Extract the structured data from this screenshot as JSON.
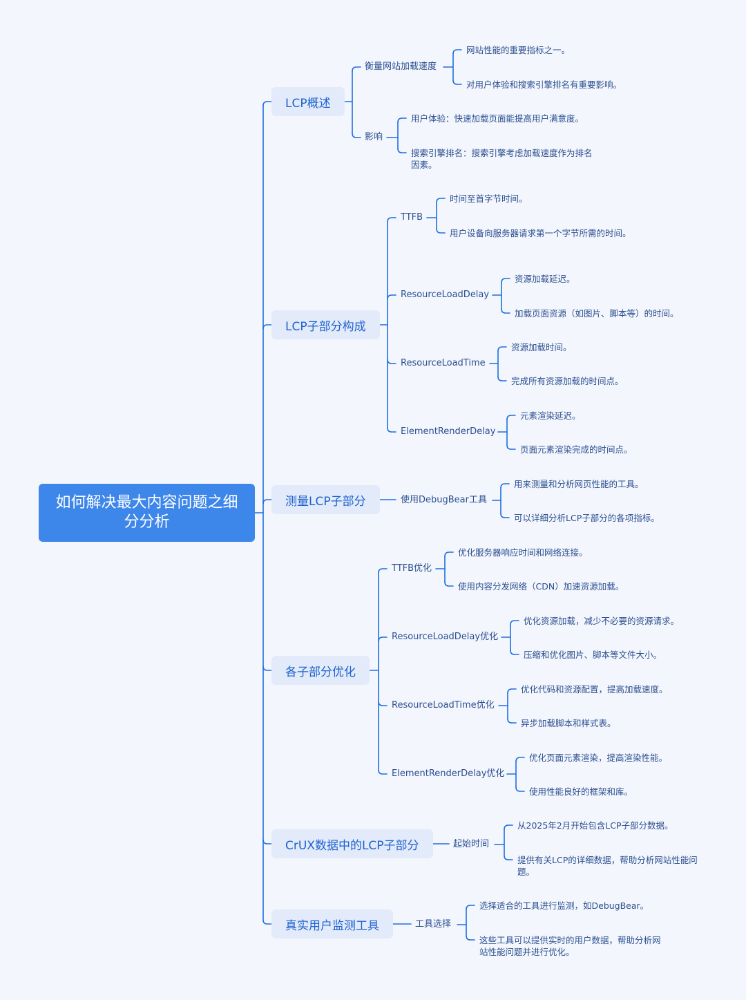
{
  "colors": {
    "background": "#f3f6fd",
    "root_fill": "#3d86ea",
    "branch_fill": "#e3ebfa",
    "line": "#1e6fe0",
    "text": "#2b4f8f"
  },
  "root": "如何解决最大内容问题之细分分析",
  "branches": [
    {
      "label": "LCP概述",
      "children": [
        {
          "label": "衡量网站加载速度",
          "leaves": [
            "网站性能的重要指标之一。",
            "对用户体验和搜索引擎排名有重要影响。"
          ]
        },
        {
          "label": "影响",
          "leaves": [
            "用户体验：快速加载页面能提高用户满意度。",
            "搜索引擎排名：搜索引擎考虑加载速度作为排名因素。"
          ]
        }
      ]
    },
    {
      "label": "LCP子部分构成",
      "children": [
        {
          "label": "TTFB",
          "leaves": [
            "时间至首字节时间。",
            "用户设备向服务器请求第一个字节所需的时间。"
          ]
        },
        {
          "label": "ResourceLoadDelay",
          "leaves": [
            "资源加载延迟。",
            "加载页面资源（如图片、脚本等）的时间。"
          ]
        },
        {
          "label": "ResourceLoadTime",
          "leaves": [
            "资源加载时间。",
            "完成所有资源加载的时间点。"
          ]
        },
        {
          "label": "ElementRenderDelay",
          "leaves": [
            "元素渲染延迟。",
            "页面元素渲染完成的时间点。"
          ]
        }
      ]
    },
    {
      "label": "测量LCP子部分",
      "children": [
        {
          "label": "使用DebugBear工具",
          "leaves": [
            "用来测量和分析网页性能的工具。",
            "可以详细分析LCP子部分的各项指标。"
          ]
        }
      ]
    },
    {
      "label": "各子部分优化",
      "children": [
        {
          "label": "TTFB优化",
          "leaves": [
            "优化服务器响应时间和网络连接。",
            "使用内容分发网络（CDN）加速资源加载。"
          ]
        },
        {
          "label": "ResourceLoadDelay优化",
          "leaves": [
            "优化资源加载，减少不必要的资源请求。",
            "压缩和优化图片、脚本等文件大小。"
          ]
        },
        {
          "label": "ResourceLoadTime优化",
          "leaves": [
            "优化代码和资源配置，提高加载速度。",
            "异步加载脚本和样式表。"
          ]
        },
        {
          "label": "ElementRenderDelay优化",
          "leaves": [
            "优化页面元素渲染，提高渲染性能。",
            "使用性能良好的框架和库。"
          ]
        }
      ]
    },
    {
      "label": "CrUX数据中的LCP子部分",
      "children": [
        {
          "label": "起始时间",
          "leaves": [
            "从2025年2月开始包含LCP子部分数据。",
            "提供有关LCP的详细数据，帮助分析网站性能问题。"
          ]
        }
      ]
    },
    {
      "label": "真实用户监测工具",
      "children": [
        {
          "label": "工具选择",
          "leaves": [
            "选择适合的工具进行监测，如DebugBear。",
            "这些工具可以提供实时的用户数据，帮助分析网站性能问题并进行优化。"
          ]
        }
      ]
    }
  ]
}
